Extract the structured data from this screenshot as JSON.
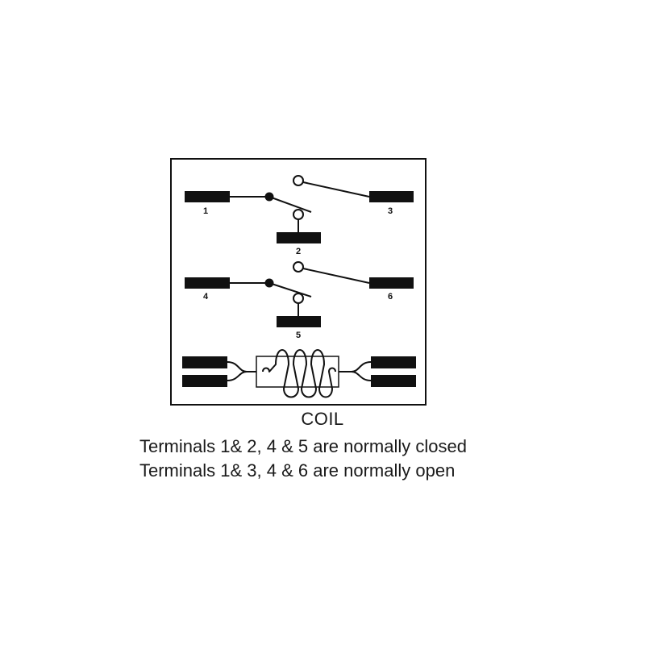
{
  "terminals": {
    "t1": "1",
    "t2": "2",
    "t3": "3",
    "t4": "4",
    "t5": "5",
    "t6": "6"
  },
  "captions": {
    "coil": "COIL",
    "normally_closed": "Terminals 1& 2, 4 & 5 are normally closed",
    "normally_open": "Terminals 1& 3, 4 & 6 are normally open"
  },
  "colors": {
    "ink": "#111111",
    "background": "#ffffff"
  }
}
